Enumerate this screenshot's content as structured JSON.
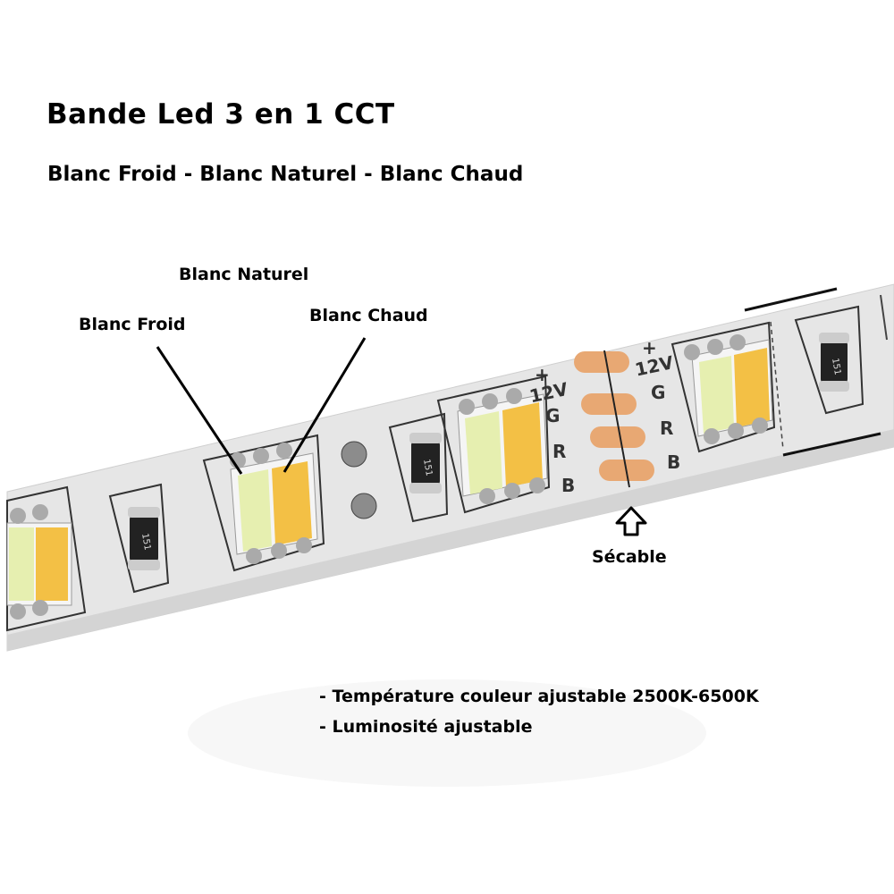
{
  "title": "Bande Led 3 en 1 CCT",
  "subtitle": "Blanc Froid - Blanc Naturel - Blanc Chaud",
  "labels": {
    "blanc_naturel": "Blanc Naturel",
    "blanc_froid": "Blanc Froid",
    "blanc_chaud": "Blanc Chaud",
    "secable": "Sécable"
  },
  "pcb_marks": {
    "plus": "+",
    "voltage": "12V",
    "g": "G",
    "r": "R",
    "b": "B",
    "resistor": "151"
  },
  "features": [
    "- Température couleur ajustable  2500K-6500K",
    "- Luminosité ajustable"
  ],
  "colors": {
    "strip": "#e4e4e4",
    "pad": "#e8a873",
    "led_cold": "#e6efb0",
    "led_warm": "#f3c045"
  }
}
